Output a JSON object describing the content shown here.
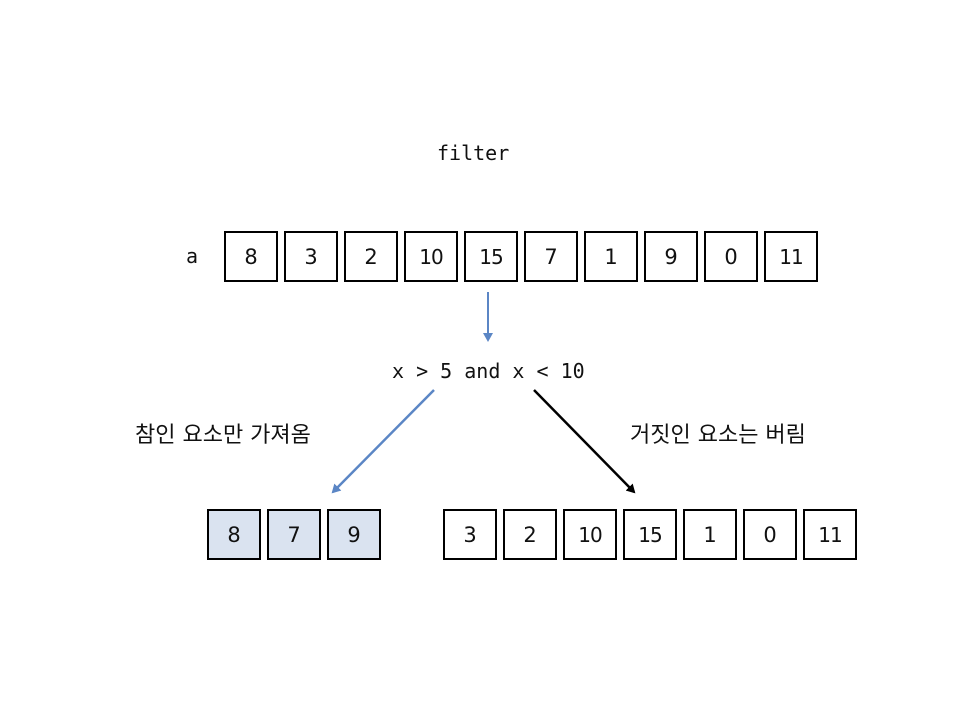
{
  "title": "filter",
  "source": {
    "label": "a",
    "values": [
      "8",
      "3",
      "2",
      "10",
      "15",
      "7",
      "1",
      "9",
      "0",
      "11"
    ]
  },
  "condition": "x > 5 and x < 10",
  "true_branch": {
    "caption": "참인 요소만 가져옴",
    "values": [
      "8",
      "7",
      "9"
    ],
    "arrow_color": "#5b86c5",
    "cell_color": "#dae3f0"
  },
  "false_branch": {
    "caption": "거짓인 요소는 버림",
    "values": [
      "3",
      "2",
      "10",
      "15",
      "1",
      "0",
      "11"
    ],
    "arrow_color": "#000000"
  }
}
